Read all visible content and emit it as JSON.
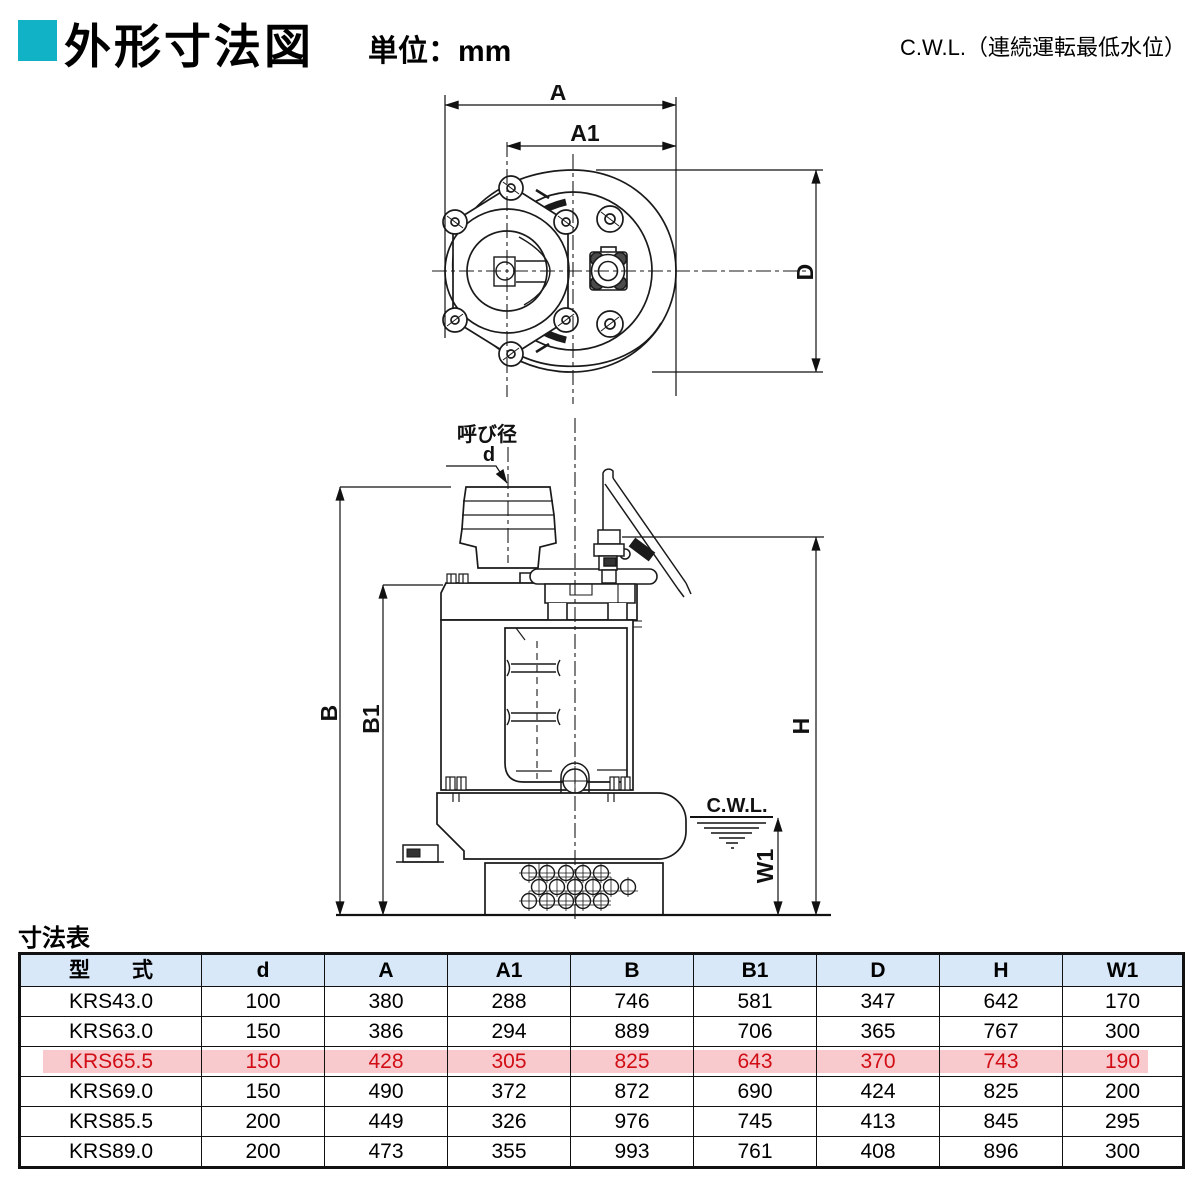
{
  "header": {
    "title": "外形寸法図",
    "unit": "単位：mm",
    "cwl_note": "C.W.L.（連続運転最低水位）"
  },
  "drawings": {
    "top_view": {
      "dim_a": "A",
      "dim_a1": "A1",
      "dim_d": "D"
    },
    "side_view": {
      "nominal_dia_label": "呼び径",
      "dim_d_small": "d",
      "dim_b": "B",
      "dim_b1": "B1",
      "dim_h": "H",
      "dim_w1": "W1",
      "cwl_label": "C.W.L."
    }
  },
  "table": {
    "caption": "寸法表",
    "columns": [
      "型　　式",
      "d",
      "A",
      "A1",
      "B",
      "B1",
      "D",
      "H",
      "W1"
    ],
    "rows": [
      {
        "model": "KRS43.0",
        "values": [
          "100",
          "380",
          "288",
          "746",
          "581",
          "347",
          "642",
          "170"
        ],
        "highlight": false
      },
      {
        "model": "KRS63.0",
        "values": [
          "150",
          "386",
          "294",
          "889",
          "706",
          "365",
          "767",
          "300"
        ],
        "highlight": false
      },
      {
        "model": "KRS65.5",
        "values": [
          "150",
          "428",
          "305",
          "825",
          "643",
          "370",
          "743",
          "190"
        ],
        "highlight": true
      },
      {
        "model": "KRS69.0",
        "values": [
          "150",
          "490",
          "372",
          "872",
          "690",
          "424",
          "825",
          "200"
        ],
        "highlight": false
      },
      {
        "model": "KRS85.5",
        "values": [
          "200",
          "449",
          "326",
          "976",
          "745",
          "413",
          "845",
          "295"
        ],
        "highlight": false
      },
      {
        "model": "KRS89.0",
        "values": [
          "200",
          "473",
          "355",
          "993",
          "761",
          "408",
          "896",
          "300"
        ],
        "highlight": false
      }
    ]
  },
  "colors": {
    "accent": "#12b2c6",
    "table_header_bg": "#d8e8f8",
    "highlight_bg": "#f8c9cd",
    "highlight_text": "#d10e15",
    "line": "#1a1a1a"
  }
}
